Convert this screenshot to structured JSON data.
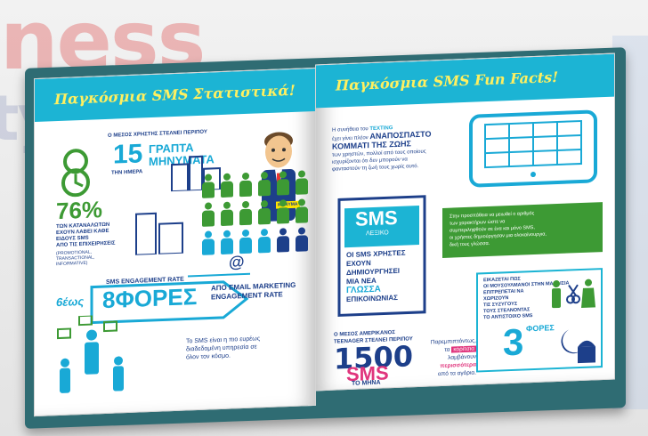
{
  "background": {
    "word_top": "ness",
    "word_left": "ty"
  },
  "left_page": {
    "title": "Παγκόσμια SMS Στατιστικά!",
    "avg_user_line": "Ο ΜΕΣΟΣ ΧΡΗΣΤΗΣ ΣΤΕΛΝΕΙ ΠΕΡΙΠΟΥ",
    "messages_count": "15",
    "messages_line1": "ΓΡΑΠΤΑ",
    "messages_line2": "ΜΗΝΥΜΑΤΑ",
    "per_day": "ΤΗΝ ΗΜΕΡΑ",
    "big_digit": "8",
    "consumers_percent": "76%",
    "consumers_l1": "ΤΩΝ ΚΑΤΑΝΑΛΩΤΩΝ",
    "consumers_l2": "ΕΧΟΥΝ ΛΑΒΕΙ ΚΑΘΕ",
    "consumers_l3": "ΕΙΔΟΥΣ SMS",
    "consumers_l4": "ΑΠΟ ΤΙΣ ΕΠΙΧΕΙΡΗΣΕΙΣ",
    "consumers_note": "(PROMOTIONAL, TRANSACTIONAL, INFORMATIVE)",
    "engagement_label": "SMS ENGAGEMENT RATE",
    "up_to": "6έως",
    "times": "8ΦΟΡΕΣ",
    "email_l1": "ΑΠΟ EMAIL MARKETING",
    "email_l2": "ENGAGEMENT RATE",
    "at_sign": "@",
    "widest_l1": "Το SMS είναι η πιο ευρέως",
    "widest_l2": "διαδεδομένη υπηρεσία σε",
    "widest_l3": "όλον τον κόσμο.",
    "badge_text": "ΜΗΝΥΜΑ"
  },
  "right_page": {
    "title": "Παγκόσμια SMS Fun Facts!",
    "texting_l1": "Η συνήθεια του",
    "texting_texting": "TEXTING",
    "texting_l2": "έχει γίνει πλέον",
    "texting_ana": "ΑΝΑΠΟΣΠΑΣΤΟ",
    "texting_l3": "ΚΟΜΜΑΤΙ ΤΗΣ ΖΩΗΣ",
    "texting_l4": "των χρηστών, πολλοί από τους οποίους",
    "texting_l5": "ισχυρίζονται ότι δεν μπορούν να",
    "texting_l6": "φανταστούν τη ζωή τους χωρίς αυτό.",
    "sms_big": "SMS",
    "lexiko": "ΛΕΞΙΚΟ",
    "users_l1": "ΟΙ SMS ΧΡΗΣΤΕΣ",
    "users_l2": "ΕΧΟΥΝ",
    "users_l3": "ΔΗΜΙΟΥΡΓΗΣΕΙ",
    "users_l4": "ΜΙΑ ΝΕΑ",
    "users_l5": "ΓΛΩΣΣΑ",
    "users_l6": "ΕΠΙΚΟΙΝΩΝΙΑΣ",
    "green_l1": "Στην προσπάθεια να μειωθεί ο αριθμός",
    "green_l2": "των χαρακτήρων ώστε να",
    "green_l3": "συμπεριληφθούν σε ένα και μόνο SMS,",
    "green_l4": "οι χρήστες δημιούργησαν μια ολοκαίνουργια,",
    "green_l5": "δική τους γλώσσα.",
    "muslim_l1": "ΕΙΚΑΖΕΤΑΙ ΠΩΣ",
    "muslim_l2": "ΟΙ ΜΟΥΣΟΥΛΜΑΝΟΙ ΣΤΗΝ ΜΑΛΑΙΣΙΑ",
    "muslim_l3": "ΕΠΙΤΡΕΠΕΤΑΙ ΝΑ",
    "muslim_l4": "ΧΩΡΙΖΟΥΝ",
    "muslim_l5": "ΤΙΣ ΣΥΖΥΓΟΥΣ",
    "muslim_l6": "ΤΟΥΣ ΣΤΕΛΝΟΝΤΑΣ",
    "muslim_l7": "ΤΟ ΑΝΤΙΣΤΟΙΧΟ SMS",
    "times_digit": "3",
    "times_word": "ΦΟΡΕΣ",
    "teen_l1": "Ο ΜΕΣΟΣ ΑΜΕΡΙΚΑΝΟΣ",
    "teen_l2": "TEENAGER ΣΤΕΛΝΕΙ ΠΕΡΙΠΟΥ",
    "teen_number": "1500",
    "teen_sms": "SMS",
    "teen_month": "ΤΟ ΜΗΝΑ",
    "girls_l1": "Παρεμπιπτόντως,",
    "girls_l2": "τα",
    "girls_word": "κορίτσια",
    "girls_l3": "λαμβάνουν",
    "girls_more": "περισσότερα",
    "girls_l4": "από τα αγόρια."
  },
  "colors": {
    "banner": "#1cb4d4",
    "cover": "#2f6c73",
    "navy": "#1d3f8a",
    "green": "#3d9a34",
    "pink": "#e0357d"
  }
}
